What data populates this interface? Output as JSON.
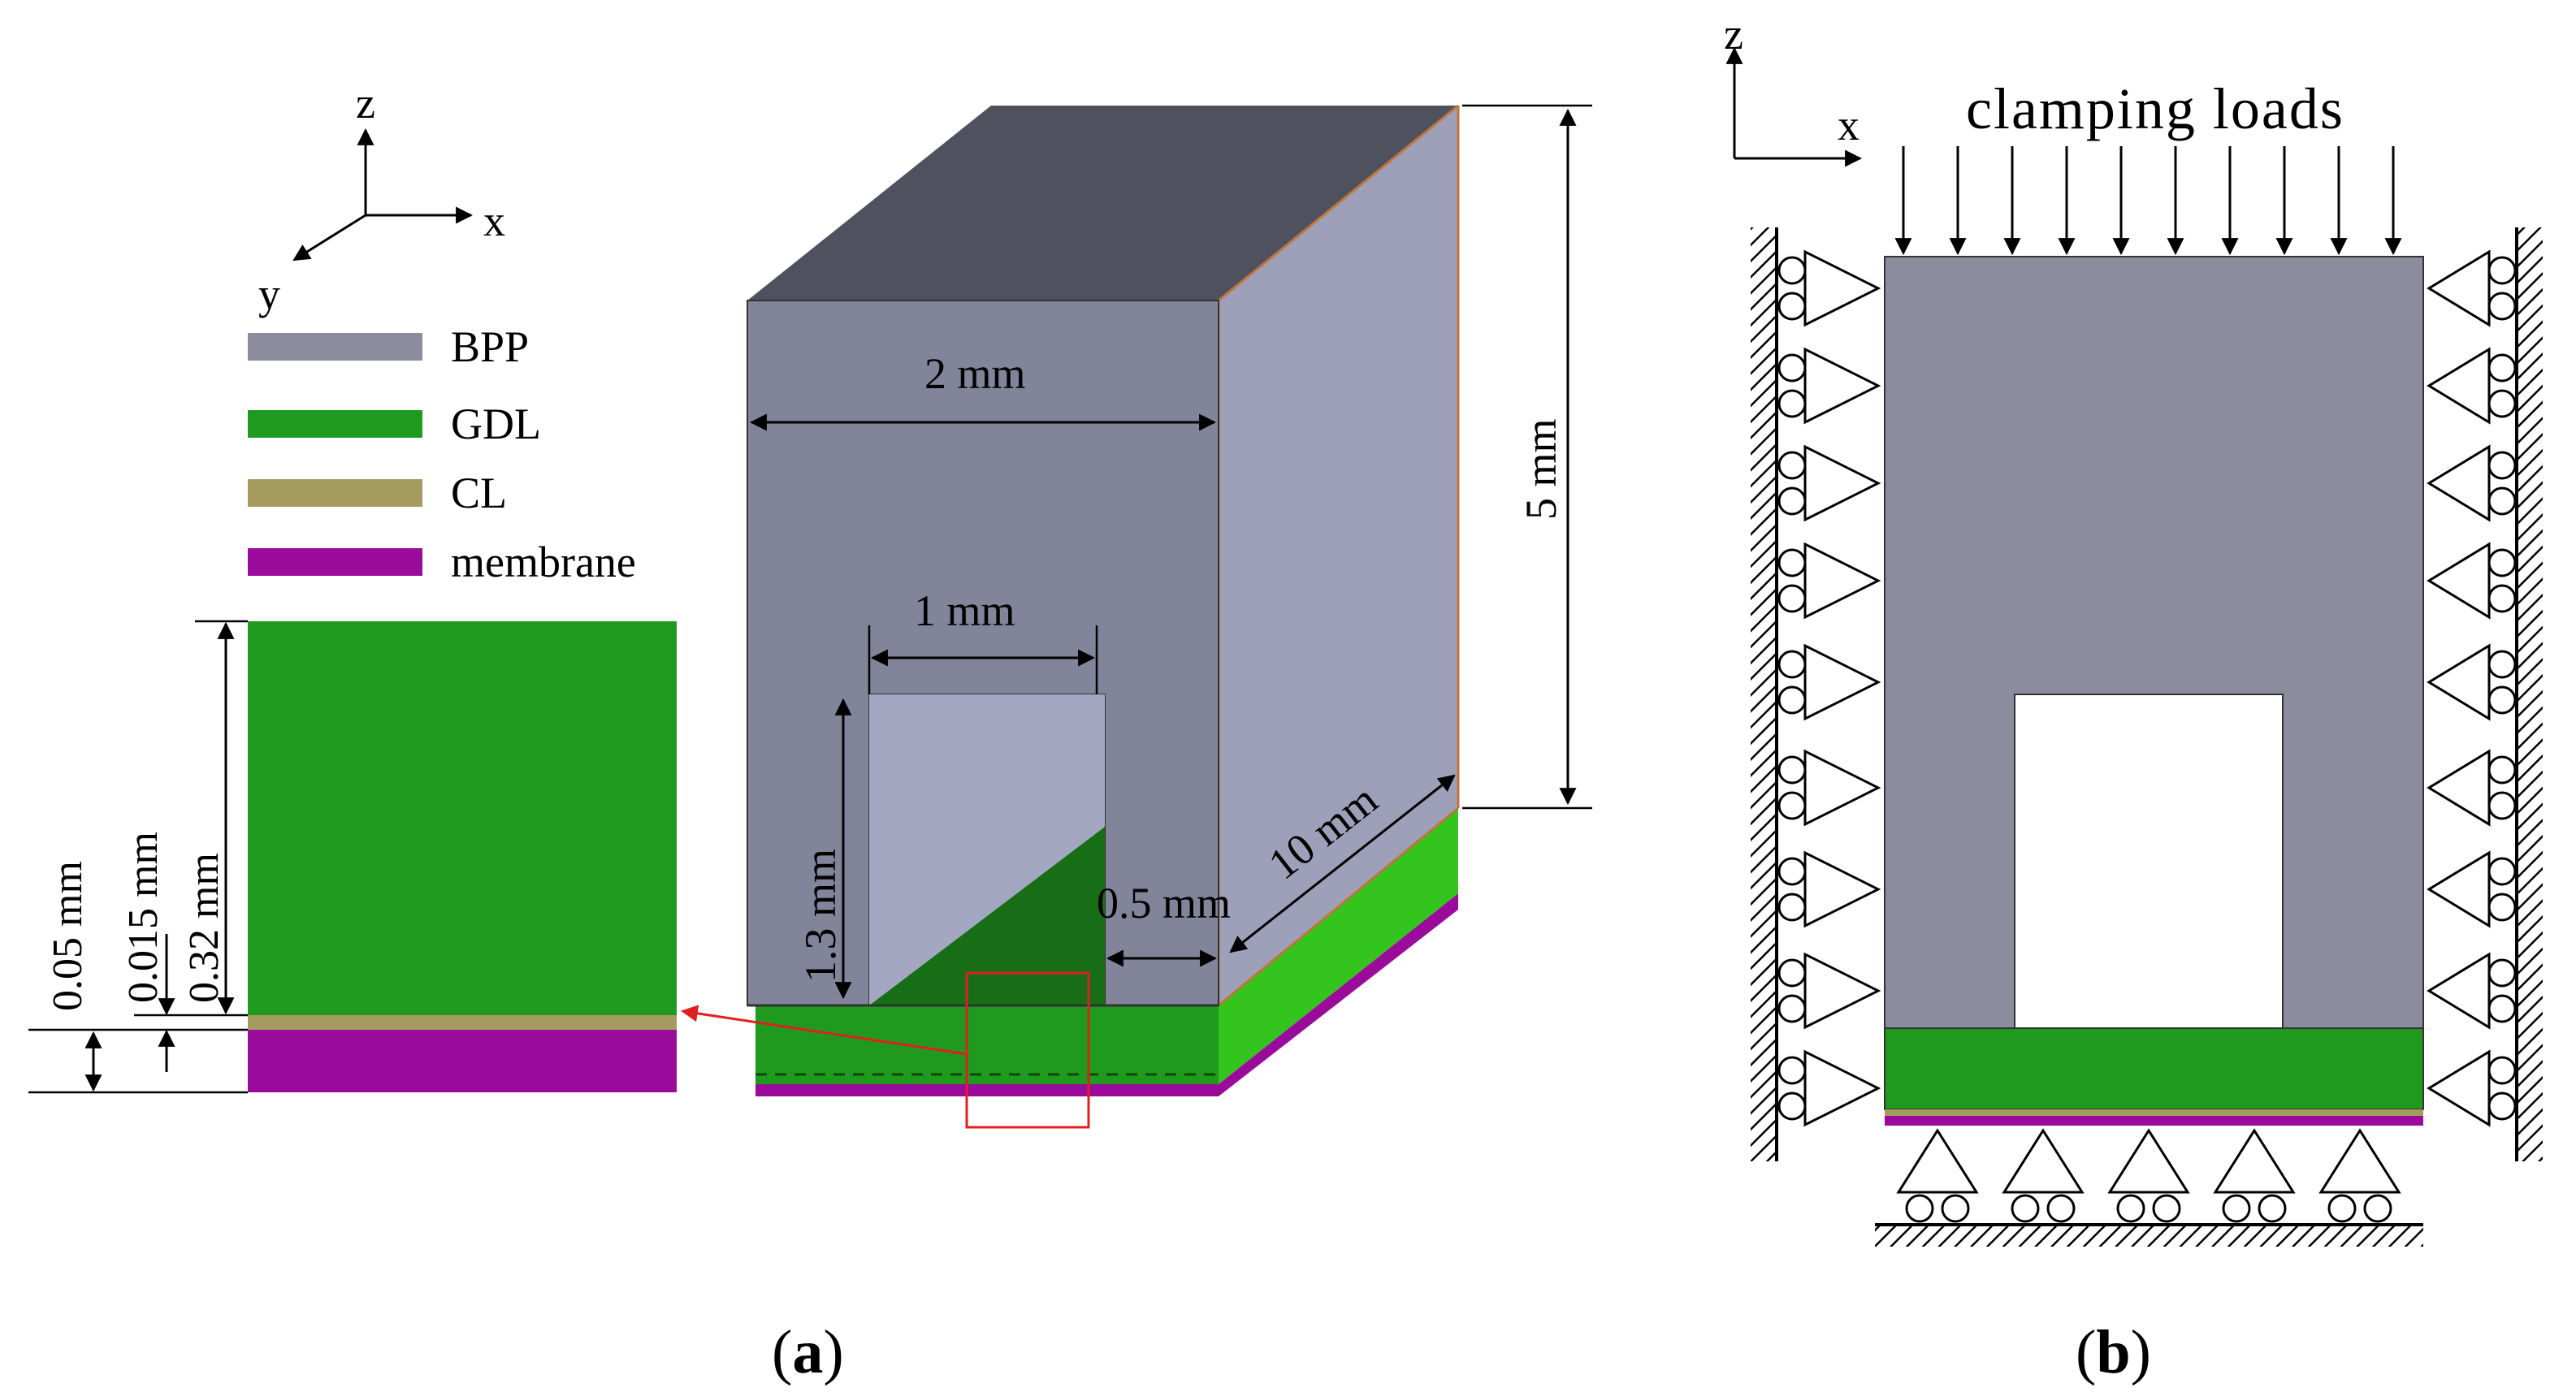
{
  "axes_a": {
    "z": "z",
    "x": "x",
    "y": "y"
  },
  "axes_b": {
    "z": "z",
    "x": "x"
  },
  "legend": [
    {
      "label": "BPP",
      "color": "#8b8d9f"
    },
    {
      "label": "GDL",
      "color": "#1f9a1f"
    },
    {
      "label": "CL",
      "color": "#a69b5e"
    },
    {
      "label": "membrane",
      "color": "#9b0b9b"
    }
  ],
  "dimensions": {
    "w2": "2 mm",
    "h5": "5 mm",
    "w1": "1 mm",
    "h13": "1.3 mm",
    "w05": "0.5 mm",
    "d10": "10 mm",
    "t032": "0.32 mm",
    "t0015": "0.015 mm",
    "t005": "0.05 mm"
  },
  "loads_label": "clamping loads",
  "captions": {
    "a": "a",
    "b": "b"
  },
  "colors": {
    "bpp_front": "#82859a",
    "bpp_top": "#4f525e",
    "bpp_side": "#9da0b8",
    "gdl": "#1f9a1f",
    "gdl_light": "#33c41e",
    "cl": "#a69b5e",
    "membrane": "#9b0b9b",
    "zoom_box": "#e02020"
  }
}
